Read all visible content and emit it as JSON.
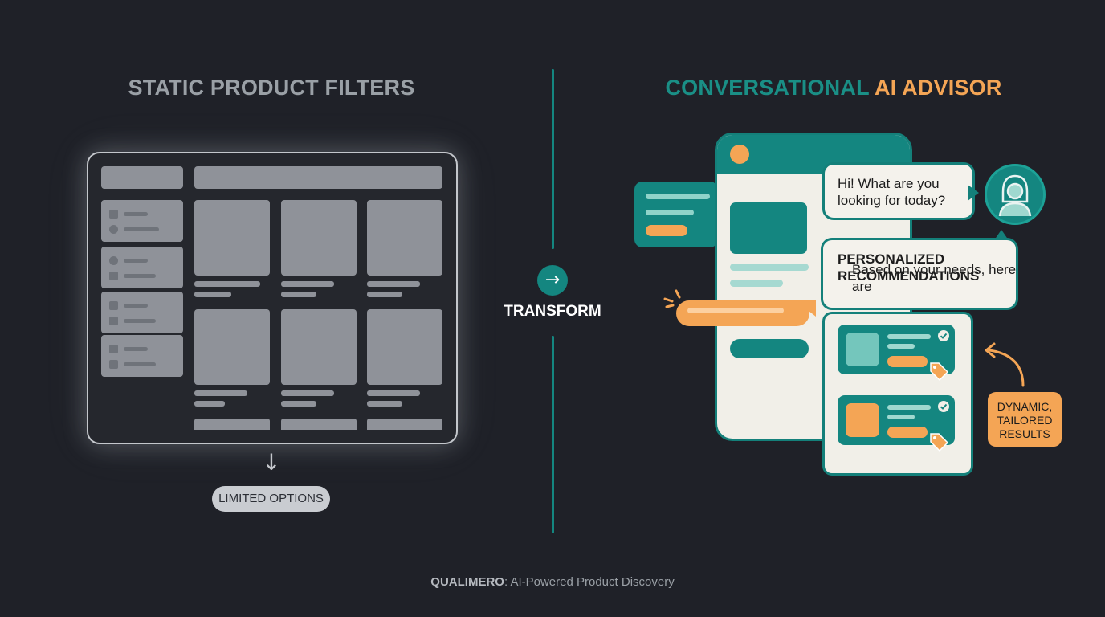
{
  "left_panel": {
    "title": "STATIC PRODUCT FILTERS",
    "badge": "LIMITED OPTIONS",
    "icons": {
      "arrow": "down-arrow-icon"
    }
  },
  "divider": {
    "label": "TRANSFORM",
    "icon": "right-arrow-icon"
  },
  "right_panel": {
    "title_part1": "CONVERSATIONAL",
    "title_part2": "AI ADVISOR",
    "greeting": "Hi! What are you looking for today?",
    "reco_intro": "Based on your needs, here are",
    "reco_bold": "PERSONALIZED RECOMMENDATIONS",
    "reco_end": ":",
    "results_badge": "DYNAMIC, TAILORED RESULTS"
  },
  "footer": {
    "brand": "QUALIMERO",
    "tagline": ": AI-Powered Product Discovery"
  },
  "colors": {
    "background": "#1f2128",
    "teal": "#148680",
    "orange": "#f4a555",
    "gray": "#8f9299"
  }
}
